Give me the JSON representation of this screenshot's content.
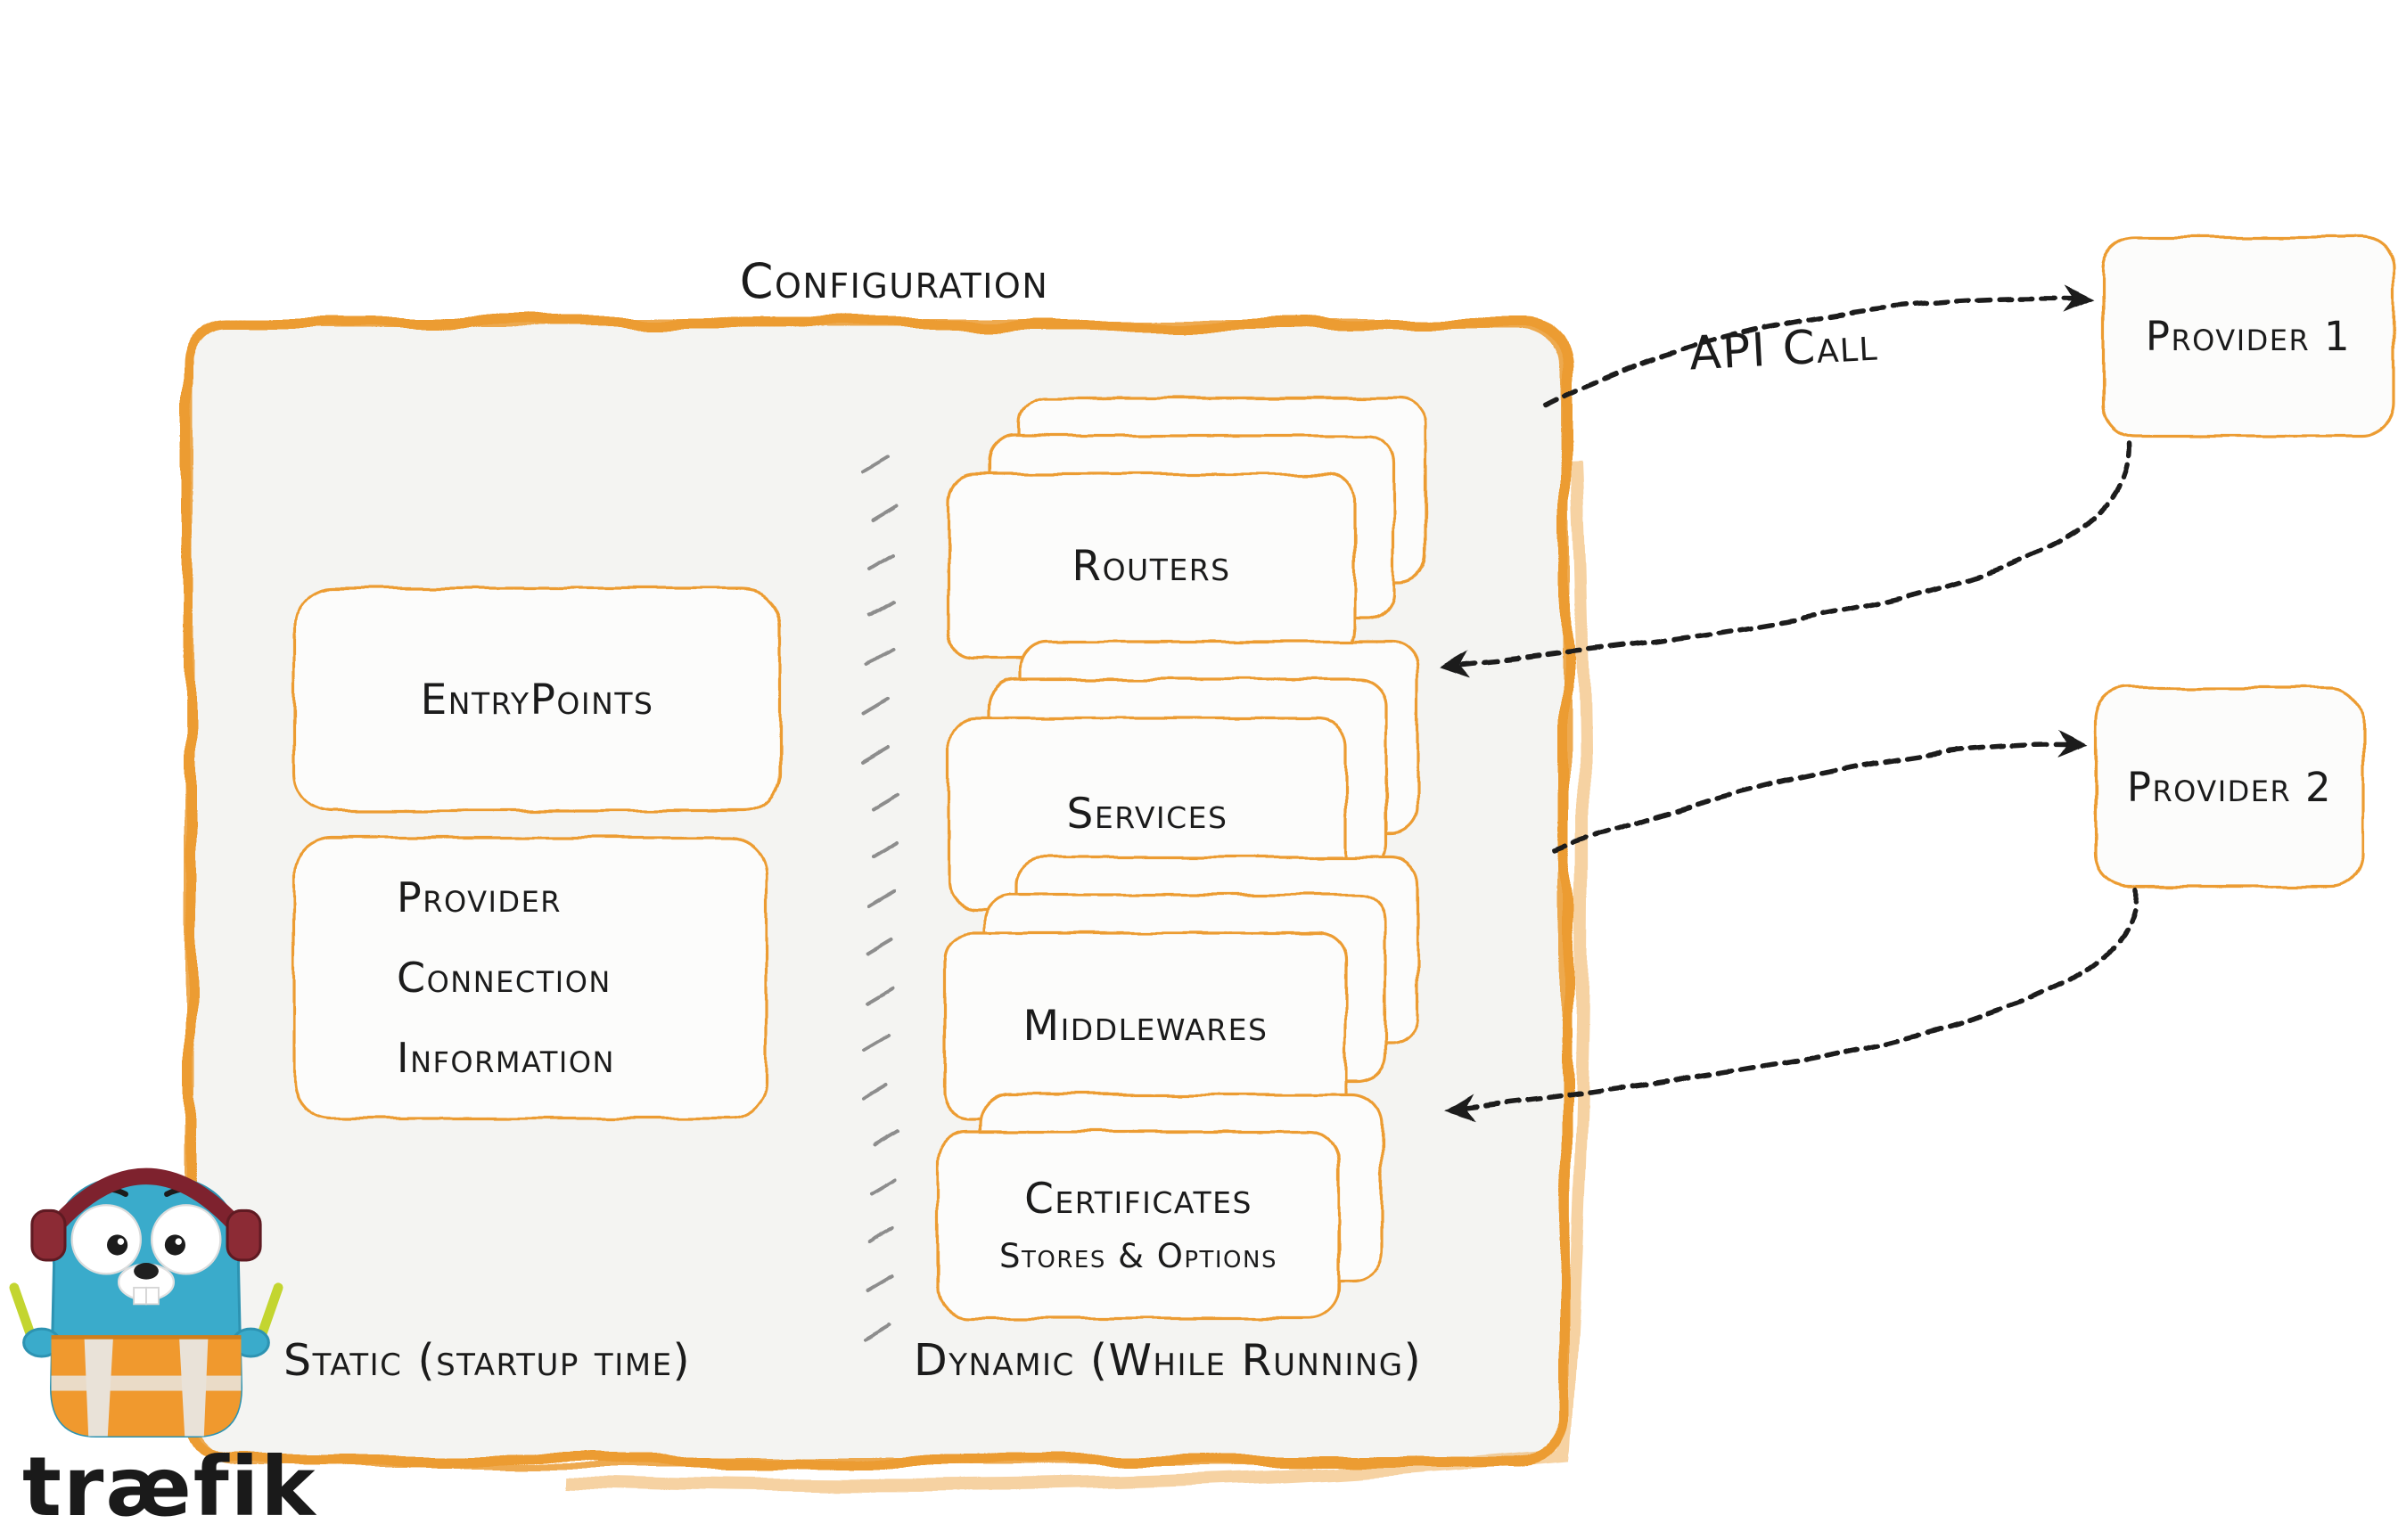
{
  "title": "Configuration",
  "static_column": {
    "entrypoints": "EntryPoints",
    "provider_connection": [
      "Provider",
      "Connection",
      "Information"
    ],
    "caption": "Static (startup time)"
  },
  "dynamic_column": {
    "routers": "Routers",
    "services": "Services",
    "middlewares": "Middlewares",
    "certificates": "Certificates",
    "certificates_sub": "Stores & Options",
    "caption": "Dynamic (While Running)"
  },
  "providers": [
    {
      "label": "Provider 1"
    },
    {
      "label": "Provider 2"
    }
  ],
  "api_call": "API Call",
  "logo": {
    "wordmark": "træfik"
  },
  "colors": {
    "orange": "#EC9C31",
    "panel_fill": "#f4f4f2",
    "card_fill": "#fcfcfb",
    "arrow": "#1a1a1a",
    "text": "#1b1b1b",
    "hatch_gray": "#8d8d8d",
    "gopher_blue": "#3AABCB",
    "vest_orange": "#F0992E",
    "headphone_red": "#7E222E",
    "glowstick_green": "#C3D530"
  }
}
